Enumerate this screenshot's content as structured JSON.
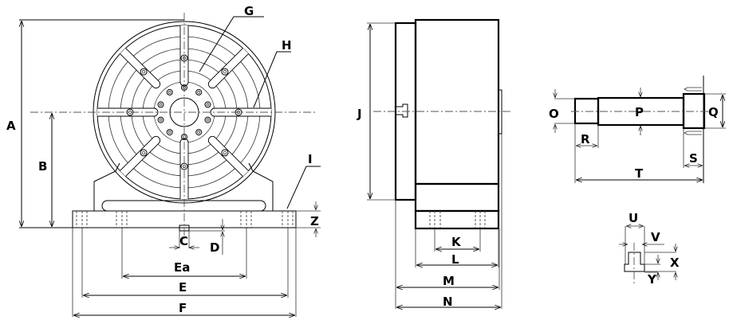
{
  "drawing": {
    "subject": "Vertical rotary table dimension drawing",
    "front_view": {
      "labels": {
        "A": "A",
        "B": "B",
        "C": "C",
        "D": "D",
        "Ea": "Ea",
        "E": "E",
        "F": "F",
        "G": "G",
        "H": "H",
        "I": "I",
        "Z": "Z"
      }
    },
    "side_view": {
      "labels": {
        "J": "J",
        "K": "K",
        "L": "L",
        "M": "M",
        "N": "N"
      }
    },
    "shaft_detail": {
      "labels": {
        "O": "O",
        "P": "P",
        "Q": "Q",
        "R": "R",
        "S": "S",
        "T": "T"
      }
    },
    "tslot_detail": {
      "labels": {
        "U": "U",
        "V": "V",
        "X": "X",
        "Y": "Y"
      }
    }
  }
}
